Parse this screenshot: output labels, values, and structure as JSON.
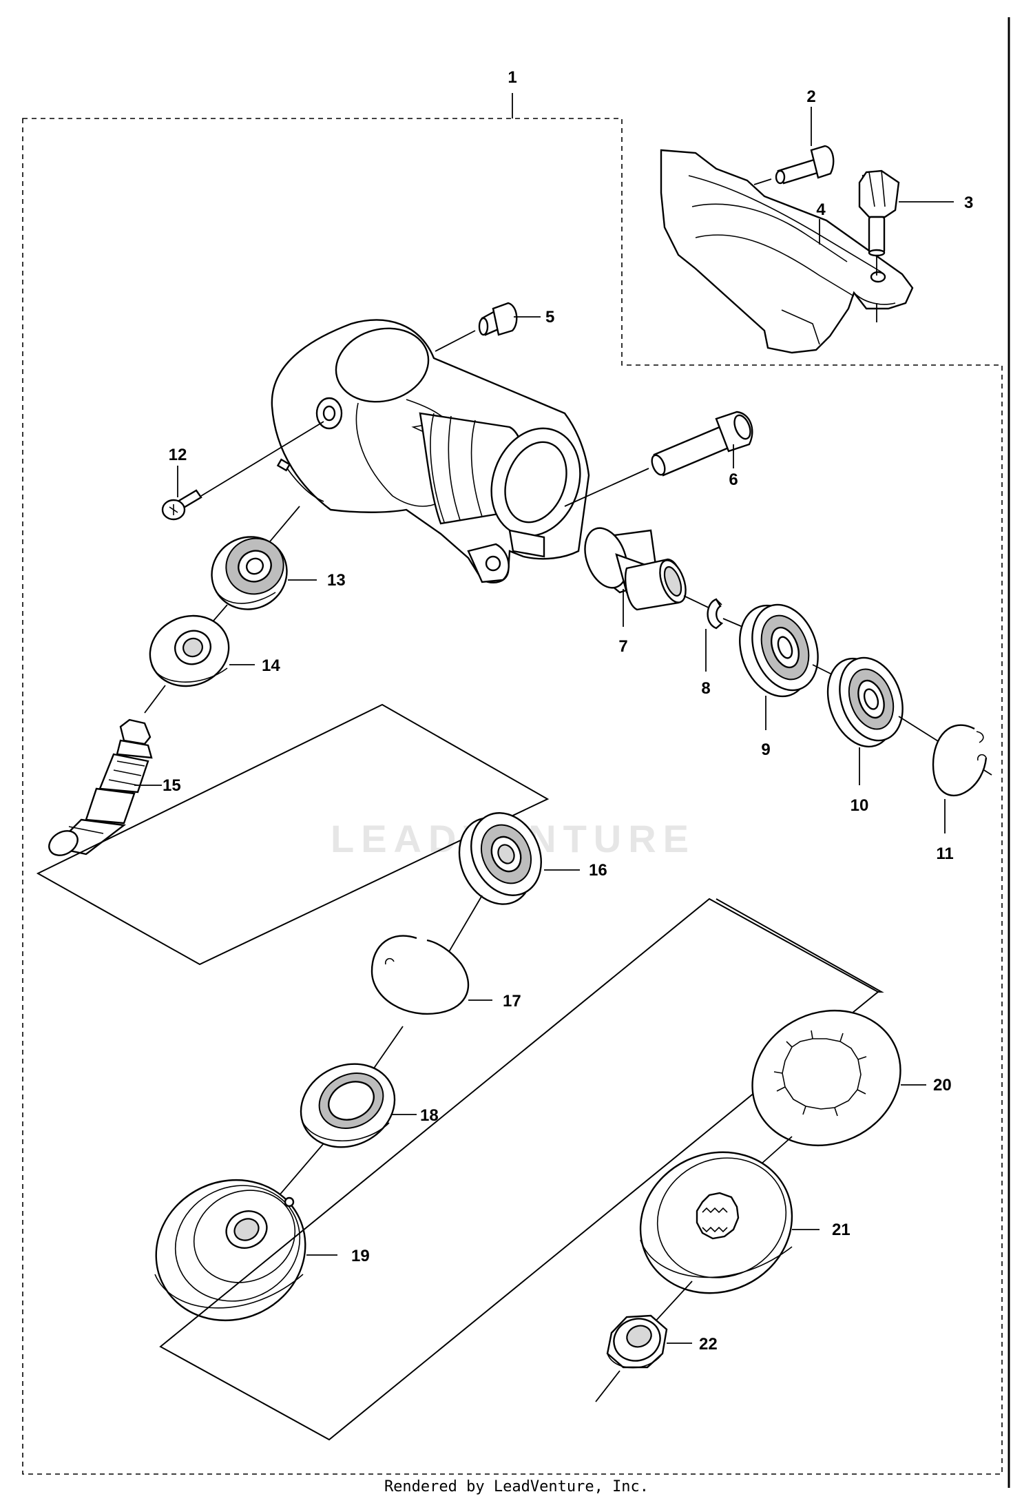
{
  "watermark": "LEADVENTURE",
  "footer": "Rendered by LeadVenture, Inc.",
  "callouts": {
    "1": "1",
    "2": "2",
    "3": "3",
    "4": "4",
    "5": "5",
    "6": "6",
    "7": "7",
    "8": "8",
    "9": "9",
    "10": "10",
    "11": "11",
    "12": "12",
    "13": "13",
    "14": "14",
    "15": "15",
    "16": "16",
    "17": "17",
    "18": "18",
    "19": "19",
    "20": "20",
    "21": "21",
    "22": "22"
  }
}
